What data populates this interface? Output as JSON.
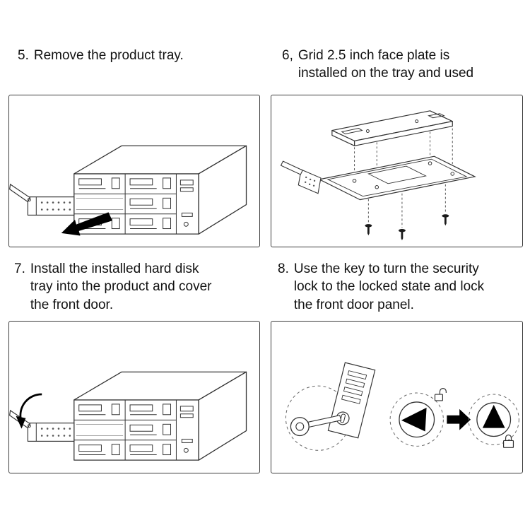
{
  "colors": {
    "background": "#ffffff",
    "text": "#111111",
    "line_art": "#333333",
    "arrow_fill": "#000000",
    "panel_border": "#3c3c3c"
  },
  "steps": [
    {
      "number": "5.",
      "text": "Remove the product tray."
    },
    {
      "number": "6,",
      "text": "Grid 2.5 inch face plate is\ninstalled on the tray and used"
    },
    {
      "number": "7.",
      "text": "Install the installed hard disk\ntray into the product and cover\nthe front door."
    },
    {
      "number": "8.",
      "text": "Use the key to turn the security\nlock to the locked state and lock\nthe front door panel."
    }
  ]
}
